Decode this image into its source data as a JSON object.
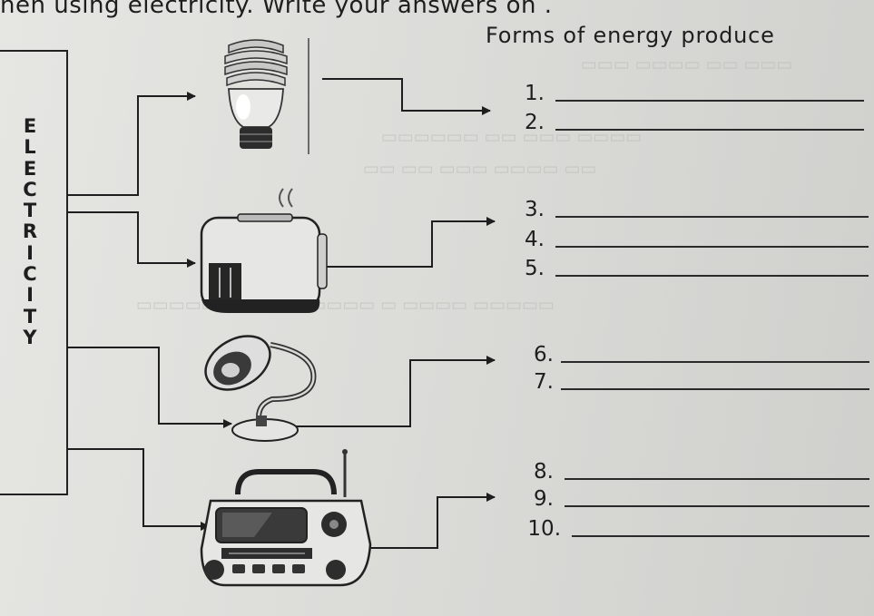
{
  "instruction_text": "hen using electricity. Write your answers on .",
  "heading": "Forms of energy produce",
  "side_label_letters": [
    "E",
    "L",
    "E",
    "C",
    "T",
    "R",
    "I",
    "C",
    "I",
    "T",
    "Y"
  ],
  "answer_numbers": [
    "1.",
    "2.",
    "3.",
    "4.",
    "5.",
    "6.",
    "7.",
    "8.",
    "9.",
    "10."
  ],
  "appliances": [
    "light-bulb-icon",
    "toaster-icon",
    "desk-lamp-icon",
    "radio-tv-icon"
  ],
  "colors": {
    "ink": "#1e1e1e",
    "paper": "#e0e0dd"
  }
}
